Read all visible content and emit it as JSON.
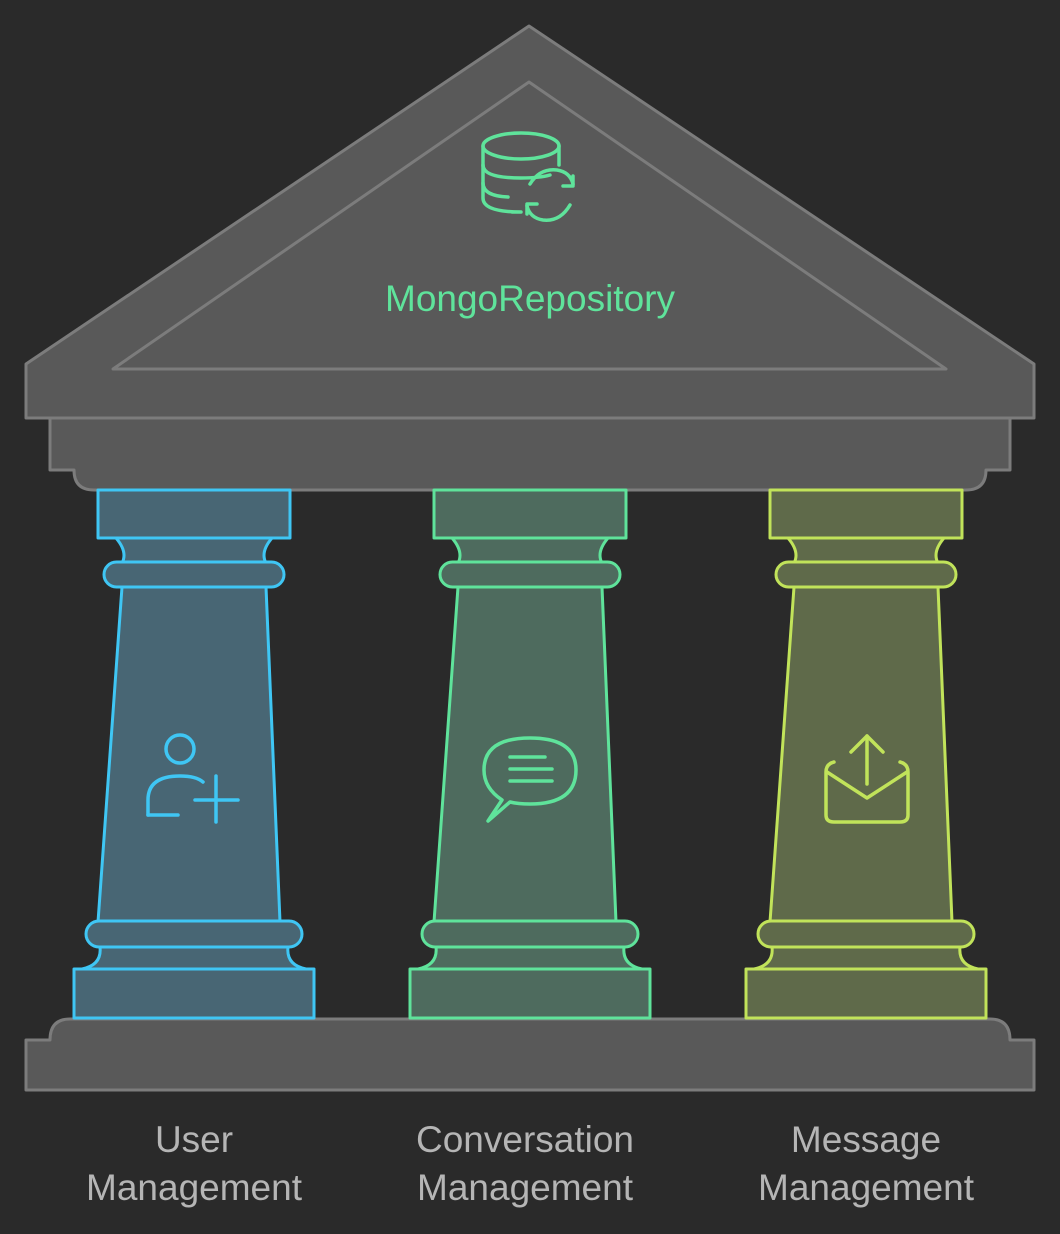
{
  "diagram": {
    "title": "MongoRepository",
    "title_icon": "database-sync-icon",
    "pillars": [
      {
        "label_line1": "User",
        "label_line2": "Management",
        "icon": "user-add-icon",
        "stroke": "#3fc6f4",
        "fill": "#486674"
      },
      {
        "label_line1": "Conversation",
        "label_line2": "Management",
        "icon": "chat-bubble-icon",
        "stroke": "#5fe39b",
        "fill": "#4e6b5e"
      },
      {
        "label_line1": "Message",
        "label_line2": "Management",
        "icon": "mail-upload-icon",
        "stroke": "#c1e35a",
        "fill": "#5f6a4a"
      }
    ],
    "colors": {
      "background": "#2a2a2a",
      "structure_fill": "#595959",
      "structure_stroke": "#7c7c7c",
      "title_color": "#5fe39b",
      "caption_color": "#b5b5b5"
    }
  }
}
